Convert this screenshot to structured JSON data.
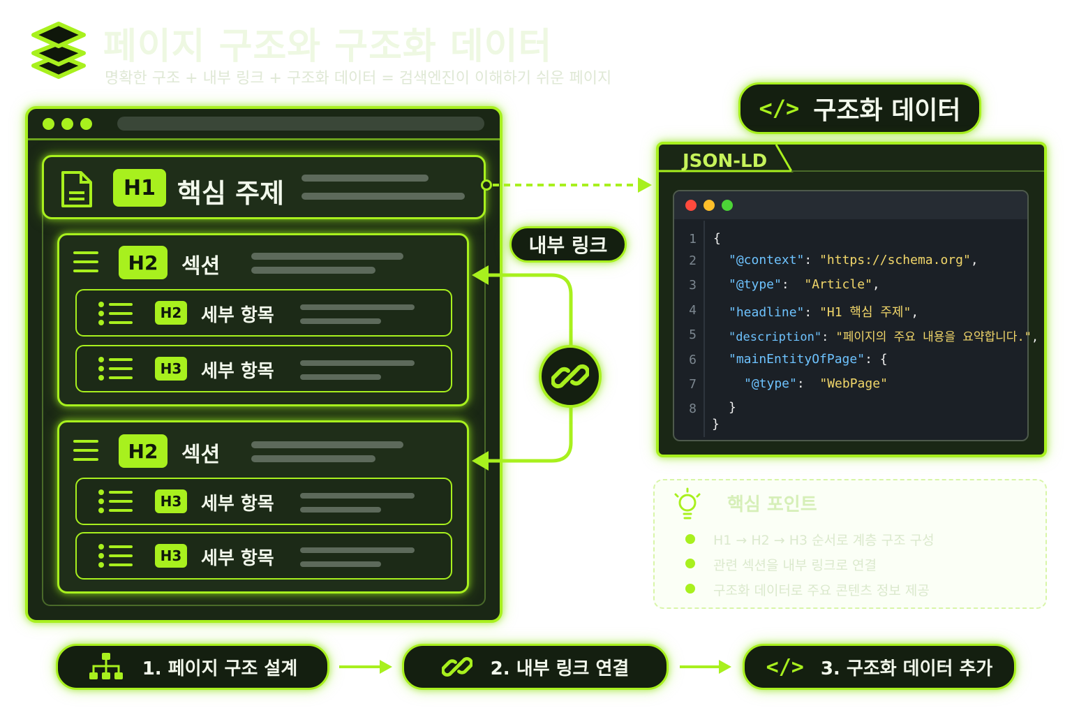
{
  "header": {
    "title": "페이지 구조와 구조화 데이터",
    "subtitle": "명확한 구조 + 내부 링크 + 구조화 데이터 = 검색엔진이 이해하기 쉬운 페이지"
  },
  "page": {
    "h1": {
      "badge": "H1",
      "label": "핵심 주제"
    },
    "sections": [
      {
        "badge": "H2",
        "label": "섹션",
        "items": [
          {
            "badge": "H2",
            "label": "세부 항목"
          },
          {
            "badge": "H3",
            "label": "세부 항목"
          }
        ]
      },
      {
        "badge": "H2",
        "label": "섹션",
        "items": [
          {
            "badge": "H3",
            "label": "세부 항목"
          },
          {
            "badge": "H3",
            "label": "세부 항목"
          }
        ]
      }
    ]
  },
  "internal_link": {
    "label": "내부 링크"
  },
  "structured_data": {
    "heading": "구조화 데이터",
    "tab": "JSON-LD",
    "line_numbers": [
      "1",
      "2",
      "3",
      "4",
      "5",
      "6",
      "7",
      "8"
    ],
    "code": {
      "open": "{",
      "context_key": "\"@context\"",
      "context_val": "\"https://schema.org\"",
      "type_key": "\"@type\"",
      "type_val": "\"Article\"",
      "headline_key": "\"headline\"",
      "headline_val": "\"H1 핵심 주제\"",
      "description_key": "\"description\"",
      "description_val": "\"페이지의 주요 내용을 요약합니다.\"",
      "main_key": "\"mainEntityOfPage\"",
      "main_open": "{",
      "inner_type_key": "\"@type\"",
      "inner_type_val": "\"WebPage\"",
      "inner_close": "}",
      "close": "}"
    }
  },
  "tips": {
    "title": "핵심 포인트",
    "items": [
      "H1 → H2 → H3 순서로 계층 구조 구성",
      "관련 섹션을 내부 링크로 연결",
      "구조화 데이터로 주요 콘텐츠 정보 제공"
    ]
  },
  "steps": [
    {
      "label": "1. 페이지 구조 설계",
      "icon": "sitemap-icon"
    },
    {
      "label": "2. 내부 링크 연결",
      "icon": "link-icon"
    },
    {
      "label": "3. 구조화 데이터 추가",
      "icon": "code-icon"
    }
  ],
  "colors": {
    "accent": "#a8f01e",
    "panel": "#1a2715",
    "editor": "#1b2026",
    "json_key": "#6ec3ff",
    "json_string": "#f2d76a"
  }
}
